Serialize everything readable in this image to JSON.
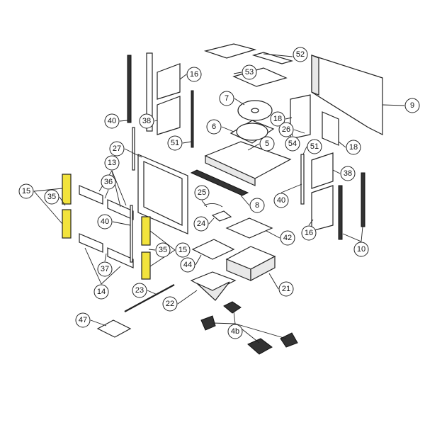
{
  "diagram": {
    "highlight_color": "#f2e33c",
    "callouts": [
      "52",
      "53",
      "16",
      "9",
      "7",
      "40",
      "38",
      "6",
      "18",
      "26",
      "51",
      "5",
      "51",
      "54",
      "18",
      "27",
      "13",
      "36",
      "15",
      "35",
      "40",
      "25",
      "8",
      "40",
      "38",
      "24",
      "42",
      "16",
      "10",
      "35",
      "15",
      "44",
      "37",
      "14",
      "23",
      "21",
      "22",
      "47",
      "4b"
    ]
  }
}
